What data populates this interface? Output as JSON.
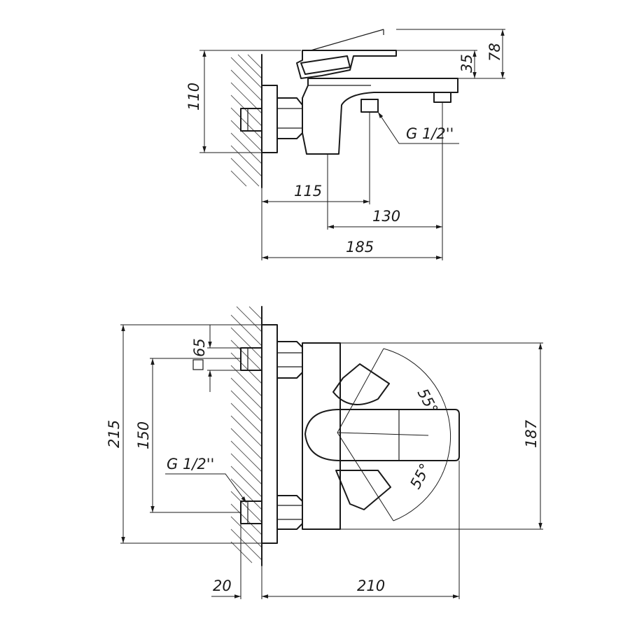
{
  "side_view": {
    "dims": {
      "height_total": "110",
      "lever_height": "78",
      "body_height": "35",
      "inlet_offset": "115",
      "spout_reach": "130",
      "overall_reach": "185"
    },
    "thread_label": "G 1/2''"
  },
  "front_view": {
    "dims": {
      "overall_height": "215",
      "inlet_spacing": "150",
      "flange_size": "65",
      "body_height": "187",
      "wall_offset": "20",
      "depth": "210"
    },
    "angle_upper": "55°",
    "angle_lower": "55°",
    "thread_label": "G 1/2''"
  }
}
